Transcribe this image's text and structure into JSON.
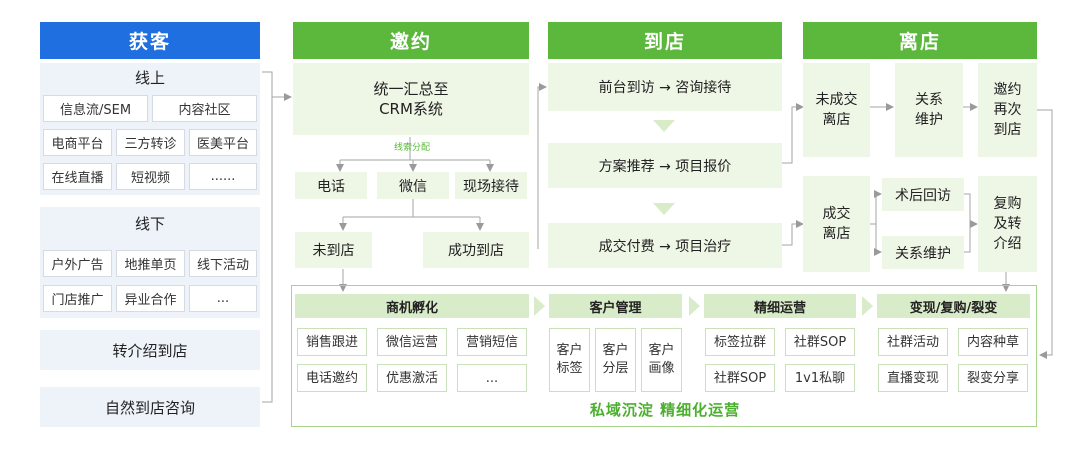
{
  "acquire": {
    "title": "获客",
    "online": {
      "label": "线上",
      "channels": [
        "信息流/SEM",
        "内容社区",
        "电商平台",
        "三方转诊",
        "医美平台",
        "在线直播",
        "短视频",
        "......"
      ]
    },
    "offline": {
      "label": "线下",
      "channels": [
        "户外广告",
        "地推单页",
        "线下活动",
        "门店推广",
        "异业合作",
        "..."
      ]
    },
    "referral": "转介绍到店",
    "natural": "自然到店咨询"
  },
  "invite": {
    "title": "邀约",
    "crm": "统一汇总至\nCRM系统",
    "lead_assign": "线索分配",
    "methods": [
      "电话",
      "微信",
      "现场接待"
    ],
    "not_arrived": "未到店",
    "arrived": "成功到店"
  },
  "arrive": {
    "title": "到店",
    "steps": [
      "前台到访  →  咨询接待",
      "方案推荐  →  项目报价",
      "成交付费  →  项目治疗"
    ]
  },
  "leave": {
    "title": "离店",
    "no_deal": "未成交\n离店",
    "relation": "关系\n维护",
    "reinvite": "邀约\n再次\n到店",
    "deal": "成交\n离店",
    "followup": "术后回访",
    "relation2": "关系维护",
    "repurchase": "复购\n及转\n介绍"
  },
  "private": {
    "footer": "私域沉淀 精细化运营",
    "incubation": {
      "title": "商机孵化",
      "items": [
        "销售跟进",
        "微信运营",
        "营销短信",
        "电话邀约",
        "优惠激活",
        "..."
      ]
    },
    "customer": {
      "title": "客户管理",
      "items": [
        "客户\n标签",
        "客户\n分层",
        "客户\n画像"
      ]
    },
    "ops": {
      "title": "精细运营",
      "items": [
        "标签拉群",
        "社群SOP",
        "社群SOP",
        "1v1私聊"
      ]
    },
    "convert": {
      "title": "变现/复购/裂变",
      "items": [
        "社群活动",
        "内容种草",
        "直播变现",
        "裂变分享"
      ]
    }
  },
  "colors": {
    "acquire_blue": "#1f6fe0",
    "stage_green": "#5bb83c",
    "footer_green": "#4caf2f"
  }
}
